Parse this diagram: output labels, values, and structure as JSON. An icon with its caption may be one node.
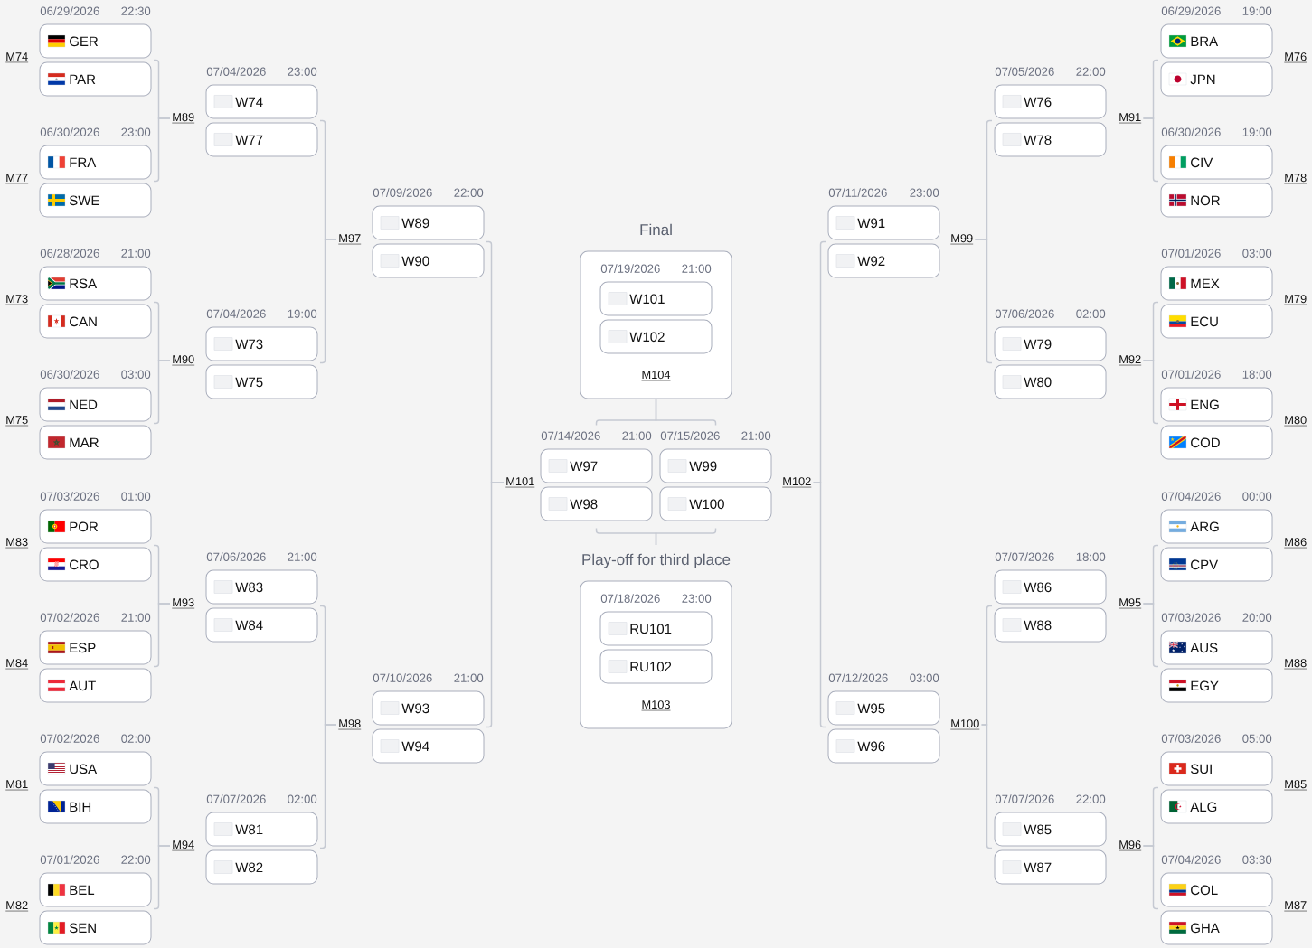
{
  "diagram": {
    "nodes": [
      {
        "text": [
          "GER"
        ],
        "beside": [
          "06/29/2026",
          "22:30"
        ]
      },
      {
        "text": [
          "PAR"
        ]
      },
      {
        "text": [
          "FRA"
        ],
        "beside": [
          "06/30/2026",
          "23:00"
        ]
      },
      {
        "text": [
          "SWE"
        ]
      },
      {
        "text": [
          "RSA"
        ],
        "beside": [
          "06/28/2026",
          "21:00"
        ]
      },
      {
        "text": [
          "CAN"
        ]
      },
      {
        "text": [
          "NED"
        ],
        "beside": [
          "06/30/2026",
          "03:00"
        ]
      },
      {
        "text": [
          "MAR"
        ]
      },
      {
        "text": [
          "POR"
        ],
        "beside": [
          "07/03/2026",
          "01:00"
        ]
      },
      {
        "text": [
          "CRO"
        ]
      },
      {
        "text": [
          "ESP"
        ],
        "beside": [
          "07/02/2026",
          "21:00"
        ]
      },
      {
        "text": [
          "AUT"
        ]
      },
      {
        "text": [
          "USA"
        ],
        "beside": [
          "07/02/2026",
          "02:00"
        ]
      },
      {
        "text": [
          "BIH"
        ]
      },
      {
        "text": [
          "BEL"
        ],
        "beside": [
          "07/01/2026",
          "22:00"
        ]
      },
      {
        "text": [
          "SEN"
        ]
      },
      {
        "text": [
          "M89"
        ]
      },
      {
        "text": [
          "W74"
        ],
        "beside": [
          "07/04/2026",
          "23:00"
        ]
      },
      {
        "text": [
          "W77"
        ]
      },
      {
        "text": [
          "M90"
        ]
      },
      {
        "text": [
          "W73"
        ],
        "beside": [
          "07/04/2026",
          "19:00"
        ]
      },
      {
        "text": [
          "W75"
        ]
      },
      {
        "text": [
          "M93"
        ]
      },
      {
        "text": [
          "W83"
        ],
        "beside": [
          "07/06/2026",
          "21:00"
        ]
      },
      {
        "text": [
          "W84"
        ]
      },
      {
        "text": [
          "M94"
        ]
      },
      {
        "text": [
          "W81"
        ],
        "beside": [
          "07/07/2026",
          "02:00"
        ]
      },
      {
        "text": [
          "W82"
        ]
      },
      {
        "text": [
          "M97"
        ]
      },
      {
        "text": [
          "W89"
        ],
        "beside": [
          "07/09/2026",
          "22:00"
        ]
      },
      {
        "text": [
          "W90"
        ]
      },
      {
        "text": [
          "M98"
        ]
      },
      {
        "text": [
          "W93"
        ],
        "beside": [
          "07/10/2026",
          "21:00"
        ]
      },
      {
        "text": [
          "W94"
        ]
      },
      {
        "text": [
          "Final",
          "07/19/2026",
          "21:00",
          "M104"
        ]
      },
      {
        "text": [
          "W101"
        ],
        "in": 34
      },
      {
        "text": [
          "W102"
        ],
        "in": 34
      },
      {
        "text": [
          "M101"
        ]
      },
      {
        "text": [
          "W97"
        ],
        "beside": [
          "07/14/2026",
          "21:00"
        ]
      },
      {
        "text": [
          "W98"
        ]
      },
      {
        "text": [
          "W99"
        ],
        "beside": [
          "07/15/2026",
          "21:00"
        ]
      },
      {
        "text": [
          "W100"
        ]
      },
      {
        "text": [
          "M102"
        ]
      },
      {
        "text": [
          "Play-off for third place",
          "07/18/2026",
          "23:00",
          "M103"
        ]
      },
      {
        "text": [
          "RU101"
        ],
        "in": 43
      },
      {
        "text": [
          "RU102"
        ],
        "in": 43
      },
      {
        "text": [
          "W91"
        ],
        "beside": [
          "07/11/2026",
          "23:00"
        ]
      },
      {
        "text": [
          "W92"
        ]
      },
      {
        "text": [
          "M99"
        ]
      },
      {
        "text": [
          "W95"
        ],
        "beside": [
          "07/12/2026",
          "03:00"
        ]
      },
      {
        "text": [
          "W96"
        ]
      },
      {
        "text": [
          "M100"
        ]
      },
      {
        "text": [
          "W76"
        ],
        "beside": [
          "07/05/2026",
          "22:00"
        ]
      },
      {
        "text": [
          "W78"
        ]
      },
      {
        "text": [
          "M91"
        ]
      },
      {
        "text": [
          "W79"
        ],
        "beside": [
          "07/06/2026",
          "02:00"
        ]
      },
      {
        "text": [
          "W80"
        ]
      },
      {
        "text": [
          "M92"
        ]
      },
      {
        "text": [
          "W86"
        ],
        "beside": [
          "07/07/2026",
          "18:00"
        ]
      },
      {
        "text": [
          "W88"
        ]
      },
      {
        "text": [
          "M95"
        ]
      },
      {
        "text": [
          "W85"
        ],
        "beside": [
          "07/07/2026",
          "22:00"
        ]
      },
      {
        "text": [
          "W87"
        ]
      },
      {
        "text": [
          "M96"
        ]
      },
      {
        "text": [
          "BRA"
        ],
        "beside": [
          "06/29/2026",
          "19:00"
        ]
      },
      {
        "text": [
          "JPN"
        ]
      },
      {
        "text": [
          "CIV"
        ],
        "beside": [
          "06/30/2026",
          "19:00"
        ]
      },
      {
        "text": [
          "NOR"
        ]
      },
      {
        "text": [
          "MEX"
        ],
        "beside": [
          "07/01/2026",
          "03:00"
        ]
      },
      {
        "text": [
          "ECU"
        ]
      },
      {
        "text": [
          "ENG"
        ],
        "beside": [
          "07/01/2026",
          "18:00"
        ]
      },
      {
        "text": [
          "COD"
        ]
      },
      {
        "text": [
          "ARG"
        ],
        "beside": [
          "07/04/2026",
          "00:00"
        ]
      },
      {
        "text": [
          "CPV"
        ]
      },
      {
        "text": [
          "AUS"
        ],
        "beside": [
          "07/03/2026",
          "20:00"
        ]
      },
      {
        "text": [
          "EGY"
        ]
      },
      {
        "text": [
          "SUI"
        ],
        "beside": [
          "07/03/2026",
          "05:00"
        ]
      },
      {
        "text": [
          "ALG"
        ]
      },
      {
        "text": [
          "COL"
        ],
        "beside": [
          "07/04/2026",
          "03:30"
        ]
      },
      {
        "text": [
          "GHA"
        ]
      }
    ],
    "edges": [
      {
        "from": 1,
        "to": 16,
        "arrow": "none"
      },
      {
        "from": 2,
        "to": 16,
        "arrow": "none"
      },
      {
        "from": 5,
        "to": 19,
        "arrow": "none"
      },
      {
        "from": 6,
        "to": 19,
        "arrow": "none"
      },
      {
        "from": 9,
        "to": 22,
        "arrow": "none"
      },
      {
        "from": 10,
        "to": 22,
        "arrow": "none"
      },
      {
        "from": 13,
        "to": 25,
        "arrow": "none"
      },
      {
        "from": 14,
        "to": 25,
        "arrow": "none"
      },
      {
        "from": 18,
        "to": 28,
        "arrow": "none"
      },
      {
        "from": 20,
        "to": 28,
        "arrow": "none"
      },
      {
        "from": 24,
        "to": 31,
        "arrow": "none"
      },
      {
        "from": 26,
        "to": 31,
        "arrow": "none"
      },
      {
        "from": 30,
        "to": 37,
        "arrow": "none"
      },
      {
        "from": 32,
        "to": 37,
        "arrow": "none"
      },
      {
        "from": 38,
        "to": 34,
        "arrow": "none"
      },
      {
        "from": 40,
        "to": 34,
        "arrow": "none"
      },
      {
        "from": 39,
        "to": 43,
        "arrow": "none"
      },
      {
        "from": 41,
        "to": 43,
        "arrow": "none"
      },
      {
        "from": 47,
        "to": 42,
        "arrow": "none"
      },
      {
        "from": 49,
        "to": 42,
        "arrow": "none"
      },
      {
        "from": 53,
        "to": 48,
        "arrow": "none"
      },
      {
        "from": 55,
        "to": 48,
        "arrow": "none"
      },
      {
        "from": 59,
        "to": 51,
        "arrow": "none"
      },
      {
        "from": 61,
        "to": 51,
        "arrow": "none"
      },
      {
        "from": 65,
        "to": 54,
        "arrow": "none"
      },
      {
        "from": 66,
        "to": 54,
        "arrow": "none"
      },
      {
        "from": 69,
        "to": 57,
        "arrow": "none"
      },
      {
        "from": 70,
        "to": 57,
        "arrow": "none"
      },
      {
        "from": 73,
        "to": 60,
        "arrow": "none"
      },
      {
        "from": 74,
        "to": 60,
        "arrow": "none"
      },
      {
        "from": 77,
        "to": 63,
        "arrow": "none"
      },
      {
        "from": 78,
        "to": 63,
        "arrow": "none"
      }
    ],
    "labels": [
      "M74",
      "M77",
      "M73",
      "M75",
      "M83",
      "M84",
      "M81",
      "M82",
      "M76",
      "M78",
      "M79",
      "M80",
      "M86",
      "M88",
      "M85",
      "M87"
    ]
  }
}
